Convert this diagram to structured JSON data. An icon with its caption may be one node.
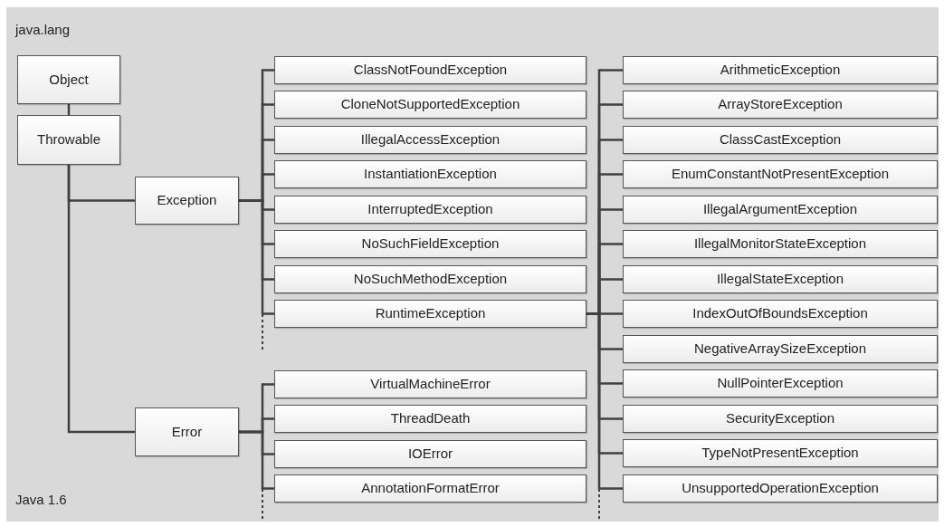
{
  "diagram": {
    "nodes": [
      {
        "text": [
          "Object"
        ]
      },
      {
        "text": [
          "Throwable"
        ]
      },
      {
        "text": [
          "Exception"
        ]
      },
      {
        "text": [
          "Error"
        ]
      },
      {
        "text": [
          "ClassNotFoundException"
        ]
      },
      {
        "text": [
          "CloneNotSupportedException"
        ]
      },
      {
        "text": [
          "IllegalAccessException"
        ]
      },
      {
        "text": [
          "InstantiationException"
        ]
      },
      {
        "text": [
          "InterruptedException"
        ]
      },
      {
        "text": [
          "NoSuchFieldException"
        ]
      },
      {
        "text": [
          "NoSuchMethodException"
        ]
      },
      {
        "text": [
          "RuntimeException"
        ]
      },
      {
        "text": [
          "VirtualMachineError"
        ]
      },
      {
        "text": [
          "ThreadDeath"
        ]
      },
      {
        "text": [
          "IOError"
        ]
      },
      {
        "text": [
          "AnnotationFormatError"
        ]
      },
      {
        "text": [
          "ArithmeticException"
        ]
      },
      {
        "text": [
          "ArrayStoreException"
        ]
      },
      {
        "text": [
          "ClassCastException"
        ]
      },
      {
        "text": [
          "EnumConstantNotPresentException"
        ]
      },
      {
        "text": [
          "IllegalArgumentException"
        ]
      },
      {
        "text": [
          "IllegalMonitorStateException"
        ]
      },
      {
        "text": [
          "IllegalStateException"
        ]
      },
      {
        "text": [
          "IndexOutOfBoundsException"
        ]
      },
      {
        "text": [
          "NegativeArraySizeException"
        ]
      },
      {
        "text": [
          "NullPointerException"
        ]
      },
      {
        "text": [
          "SecurityException"
        ]
      },
      {
        "text": [
          "TypeNotPresentException"
        ]
      },
      {
        "text": [
          "UnsupportedOperationException"
        ]
      }
    ],
    "edges": [
      {
        "from": 0,
        "to": 1,
        "arrow": "none"
      },
      {
        "from": 1,
        "to": 2,
        "arrow": "none"
      },
      {
        "from": 1,
        "to": 3,
        "arrow": "none"
      },
      {
        "from": 2,
        "to": 4,
        "arrow": "none"
      },
      {
        "from": 2,
        "to": 5,
        "arrow": "none"
      },
      {
        "from": 2,
        "to": 6,
        "arrow": "none"
      },
      {
        "from": 2,
        "to": 7,
        "arrow": "none"
      },
      {
        "from": 2,
        "to": 8,
        "arrow": "none"
      },
      {
        "from": 2,
        "to": 9,
        "arrow": "none"
      },
      {
        "from": 2,
        "to": 10,
        "arrow": "none"
      },
      {
        "from": 2,
        "to": 11,
        "arrow": "none"
      },
      {
        "from": 3,
        "to": 12,
        "arrow": "none"
      },
      {
        "from": 3,
        "to": 13,
        "arrow": "none"
      },
      {
        "from": 3,
        "to": 14,
        "arrow": "none"
      },
      {
        "from": 3,
        "to": 15,
        "arrow": "none"
      },
      {
        "from": 11,
        "to": 16,
        "arrow": "none"
      },
      {
        "from": 11,
        "to": 17,
        "arrow": "none"
      },
      {
        "from": 11,
        "to": 18,
        "arrow": "none"
      },
      {
        "from": 11,
        "to": 19,
        "arrow": "none"
      },
      {
        "from": 11,
        "to": 20,
        "arrow": "none"
      },
      {
        "from": 11,
        "to": 21,
        "arrow": "none"
      },
      {
        "from": 11,
        "to": 22,
        "arrow": "none"
      },
      {
        "from": 11,
        "to": 23,
        "arrow": "none"
      },
      {
        "from": 11,
        "to": 24,
        "arrow": "none"
      },
      {
        "from": 11,
        "to": 25,
        "arrow": "none"
      },
      {
        "from": 11,
        "to": 26,
        "arrow": "none"
      },
      {
        "from": 11,
        "to": 27,
        "arrow": "none"
      },
      {
        "from": 11,
        "to": 28,
        "arrow": "none"
      }
    ],
    "labels": [
      "java.lang",
      "Java 1.6"
    ]
  }
}
